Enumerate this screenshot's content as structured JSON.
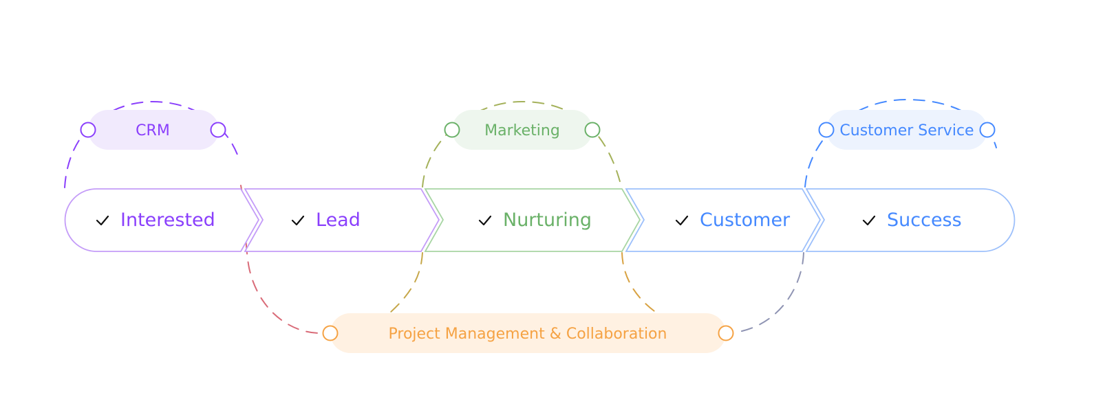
{
  "colors": {
    "purple": "#8a3ffc",
    "purple_border": "#c49cf8",
    "purple_fill": "#f1eafd",
    "green": "#6ab168",
    "green_border": "#a7d5a3",
    "green_fill": "#eef6ee",
    "blue": "#4589ff",
    "blue_border": "#9dc0fb",
    "blue_fill": "#edf3fe",
    "orange": "#f5a243",
    "orange_fill": "#fff1e2",
    "mix_red": "#d96b78",
    "mix_olive": "#c6a74a",
    "mix_gray_blue": "#8f94b3"
  },
  "tools": [
    {
      "id": "crm",
      "label": "CRM",
      "color": "purple"
    },
    {
      "id": "marketing",
      "label": "Marketing",
      "color": "green"
    },
    {
      "id": "customer-service",
      "label": "Customer Service",
      "color": "blue"
    },
    {
      "id": "project-management",
      "label": "Project Management & Collaboration",
      "color": "orange"
    }
  ],
  "stages": [
    {
      "label": "Interested",
      "color": "purple",
      "icon": "check-icon"
    },
    {
      "label": "Lead",
      "color": "purple",
      "icon": "check-icon"
    },
    {
      "label": "Nurturing",
      "color": "green",
      "icon": "check-icon"
    },
    {
      "label": "Customer",
      "color": "blue",
      "icon": "check-icon"
    },
    {
      "label": "Success",
      "color": "blue",
      "icon": "check-icon"
    }
  ]
}
